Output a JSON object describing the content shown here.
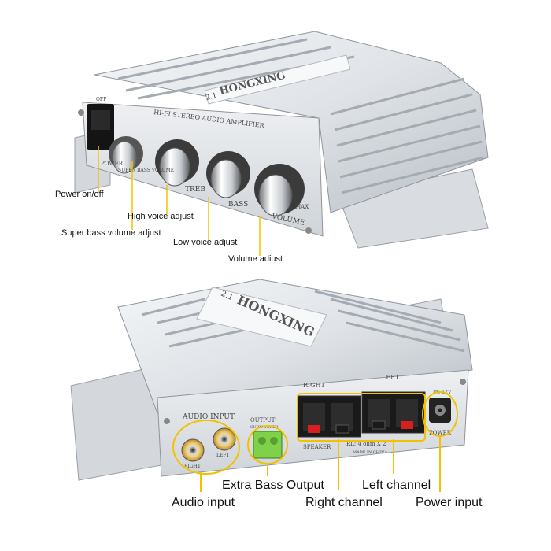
{
  "colors": {
    "aluminum_light": "#eceff2",
    "aluminum_mid": "#c9ced4",
    "aluminum_dark": "#9aa0a7",
    "callout_line": "#f2c200",
    "terminal_green": "#7fd14a",
    "terminal_red": "#d62020",
    "switch_black": "#141414"
  },
  "top_unit": {
    "panel_title": "HI-FI STEREO AUDIO AMPLIFIER",
    "brand": "HONGXING",
    "model": "2.1",
    "switch_off": "OFF",
    "knob_labels": {
      "power": "POWER",
      "super_bass": "SUPER BASS VOLUME",
      "treble": "TREB",
      "bass": "BASS",
      "volume": "VOLUME",
      "max": "MAX"
    },
    "callouts": {
      "power": "Power on/off",
      "high": "High voice adjust",
      "super_bass": "Super bass volume adjust",
      "low": "Low voice adjust",
      "volume": "Volume adiust"
    }
  },
  "bottom_unit": {
    "brand": "HONGXING",
    "model": "2.1",
    "audio_input_label": "AUDIO INPUT",
    "right_label": "RIGHT",
    "left_label": "LEFT",
    "output_label": "OUTPUT",
    "subwoofer_label": "SUBWOOFER",
    "speaker_right": "RIGHT",
    "speaker_left": "LEFT",
    "speaker_label": "SPEAKER",
    "rl_label": "RL: 4 ohm X 2",
    "made_in": "MADE IN CHINA",
    "dc_label": "DC 12V",
    "power_label": "POWER",
    "callouts": {
      "audio": "Audio input",
      "extra_bass": "Extra Bass Output",
      "right_channel": "Right channel",
      "left_channel": "Left channel",
      "power": "Power input"
    }
  }
}
